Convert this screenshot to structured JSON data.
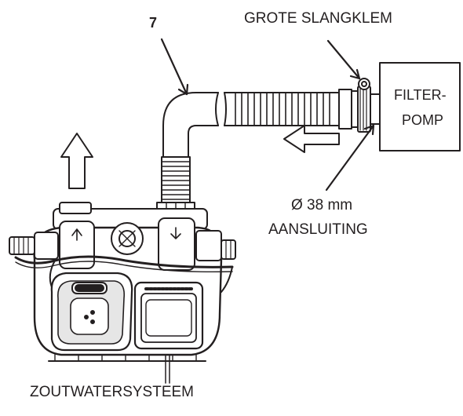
{
  "labels": {
    "callout_number": "7",
    "clamp": "GROTE SLANGKLEM",
    "filter_pump_line1": "FILTER-",
    "filter_pump_line2": "POMP",
    "connection_line1": "Ø 38 mm",
    "connection_line2": "AANSLUITING",
    "salt_system": "ZOUTWATERSYSTEEM"
  },
  "colors": {
    "ink": "#231f20",
    "background": "#ffffff",
    "unit_fill": "#ffffff",
    "panel_shade": "#e6e6e6"
  },
  "icons": [
    "up-arrow-icon",
    "flow-left-arrow-icon",
    "hose-clamp-icon"
  ]
}
